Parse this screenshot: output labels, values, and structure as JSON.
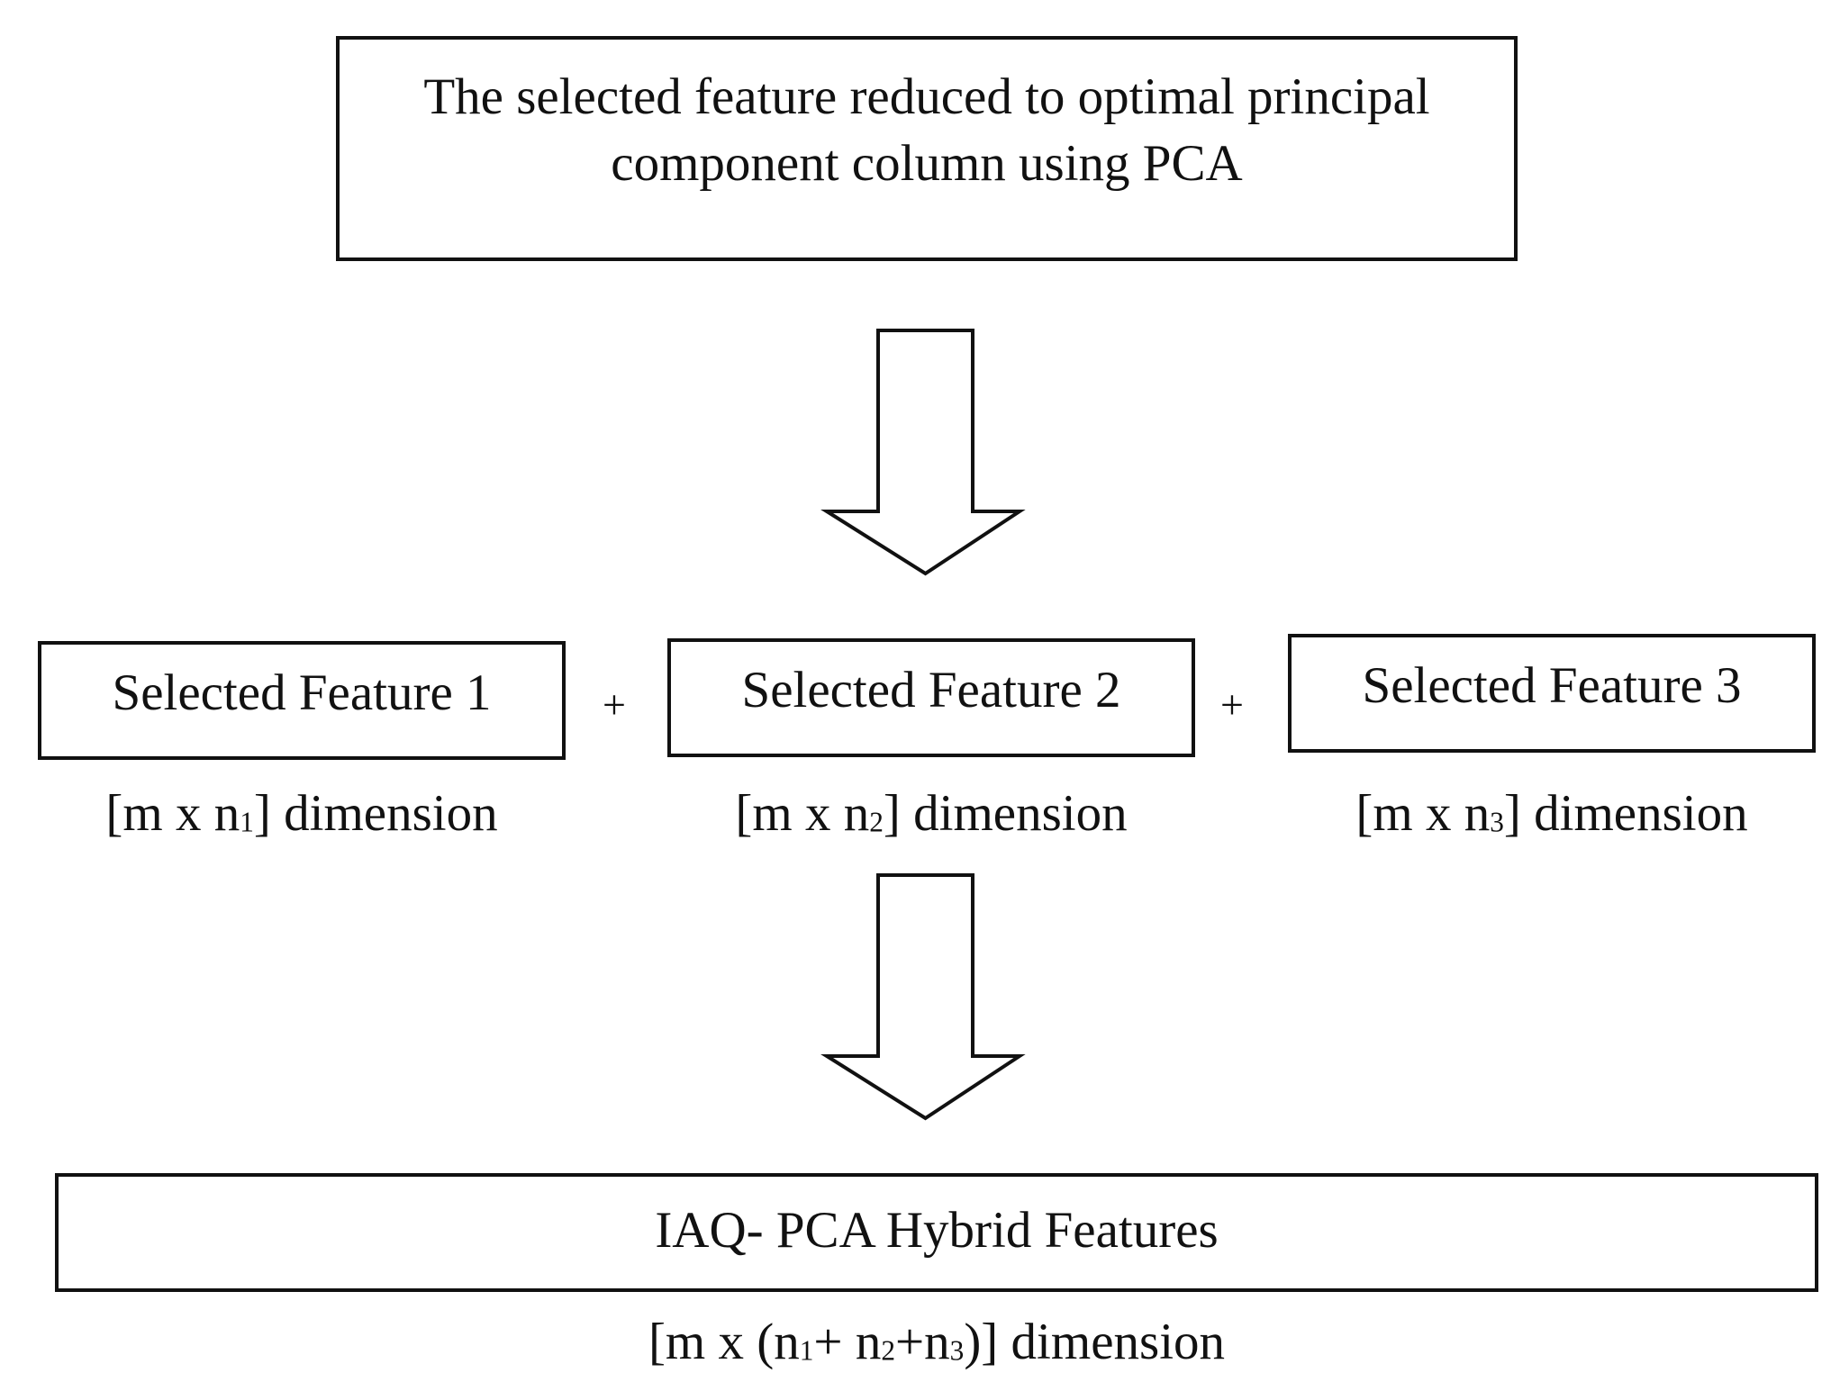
{
  "top_box": {
    "line1": "The selected feature reduced to optimal principal",
    "line2": "component column using PCA"
  },
  "features": [
    {
      "label": "Selected Feature 1",
      "dim_prefix": "[m x n",
      "dim_sub": "1",
      "dim_suffix": "] dimension"
    },
    {
      "label": "Selected Feature 2",
      "dim_prefix": "[m x n",
      "dim_sub": "2",
      "dim_suffix": "] dimension"
    },
    {
      "label": "Selected Feature 3",
      "dim_prefix": "[m x n",
      "dim_sub": "3",
      "dim_suffix": "] dimension"
    }
  ],
  "plus_symbol": "+",
  "bottom_box": {
    "label": "IAQ- PCA Hybrid Features",
    "dim_part1": "[m x (n",
    "dim_sub1": "1",
    "dim_part2": "+ n",
    "dim_sub2": "2",
    "dim_part3": "+n",
    "dim_sub3": "3",
    "dim_part4": ")] dimension"
  },
  "colors": {
    "stroke": "#111111",
    "background": "#ffffff"
  }
}
